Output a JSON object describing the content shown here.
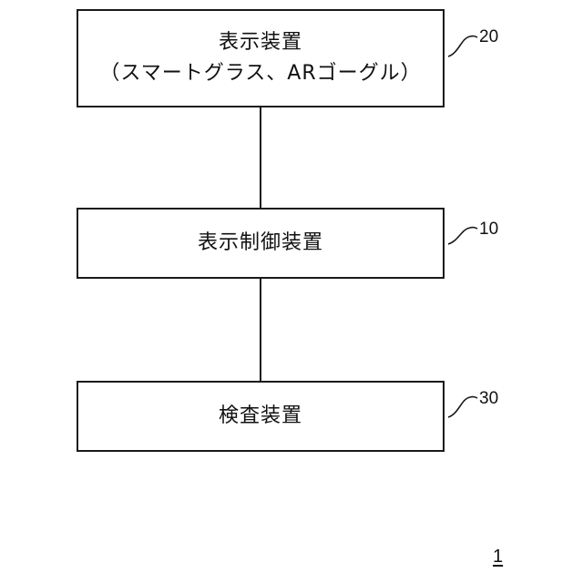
{
  "blocks": [
    {
      "id": "20",
      "lines": [
        "表示装置",
        "（スマートグラス、ARゴーグル）"
      ]
    },
    {
      "id": "10",
      "lines": [
        "表示制御装置"
      ]
    },
    {
      "id": "30",
      "lines": [
        "検査装置"
      ]
    }
  ],
  "reference_numbers": {
    "display": "20",
    "controller": "10",
    "inspection": "30"
  },
  "figure_label": "1"
}
